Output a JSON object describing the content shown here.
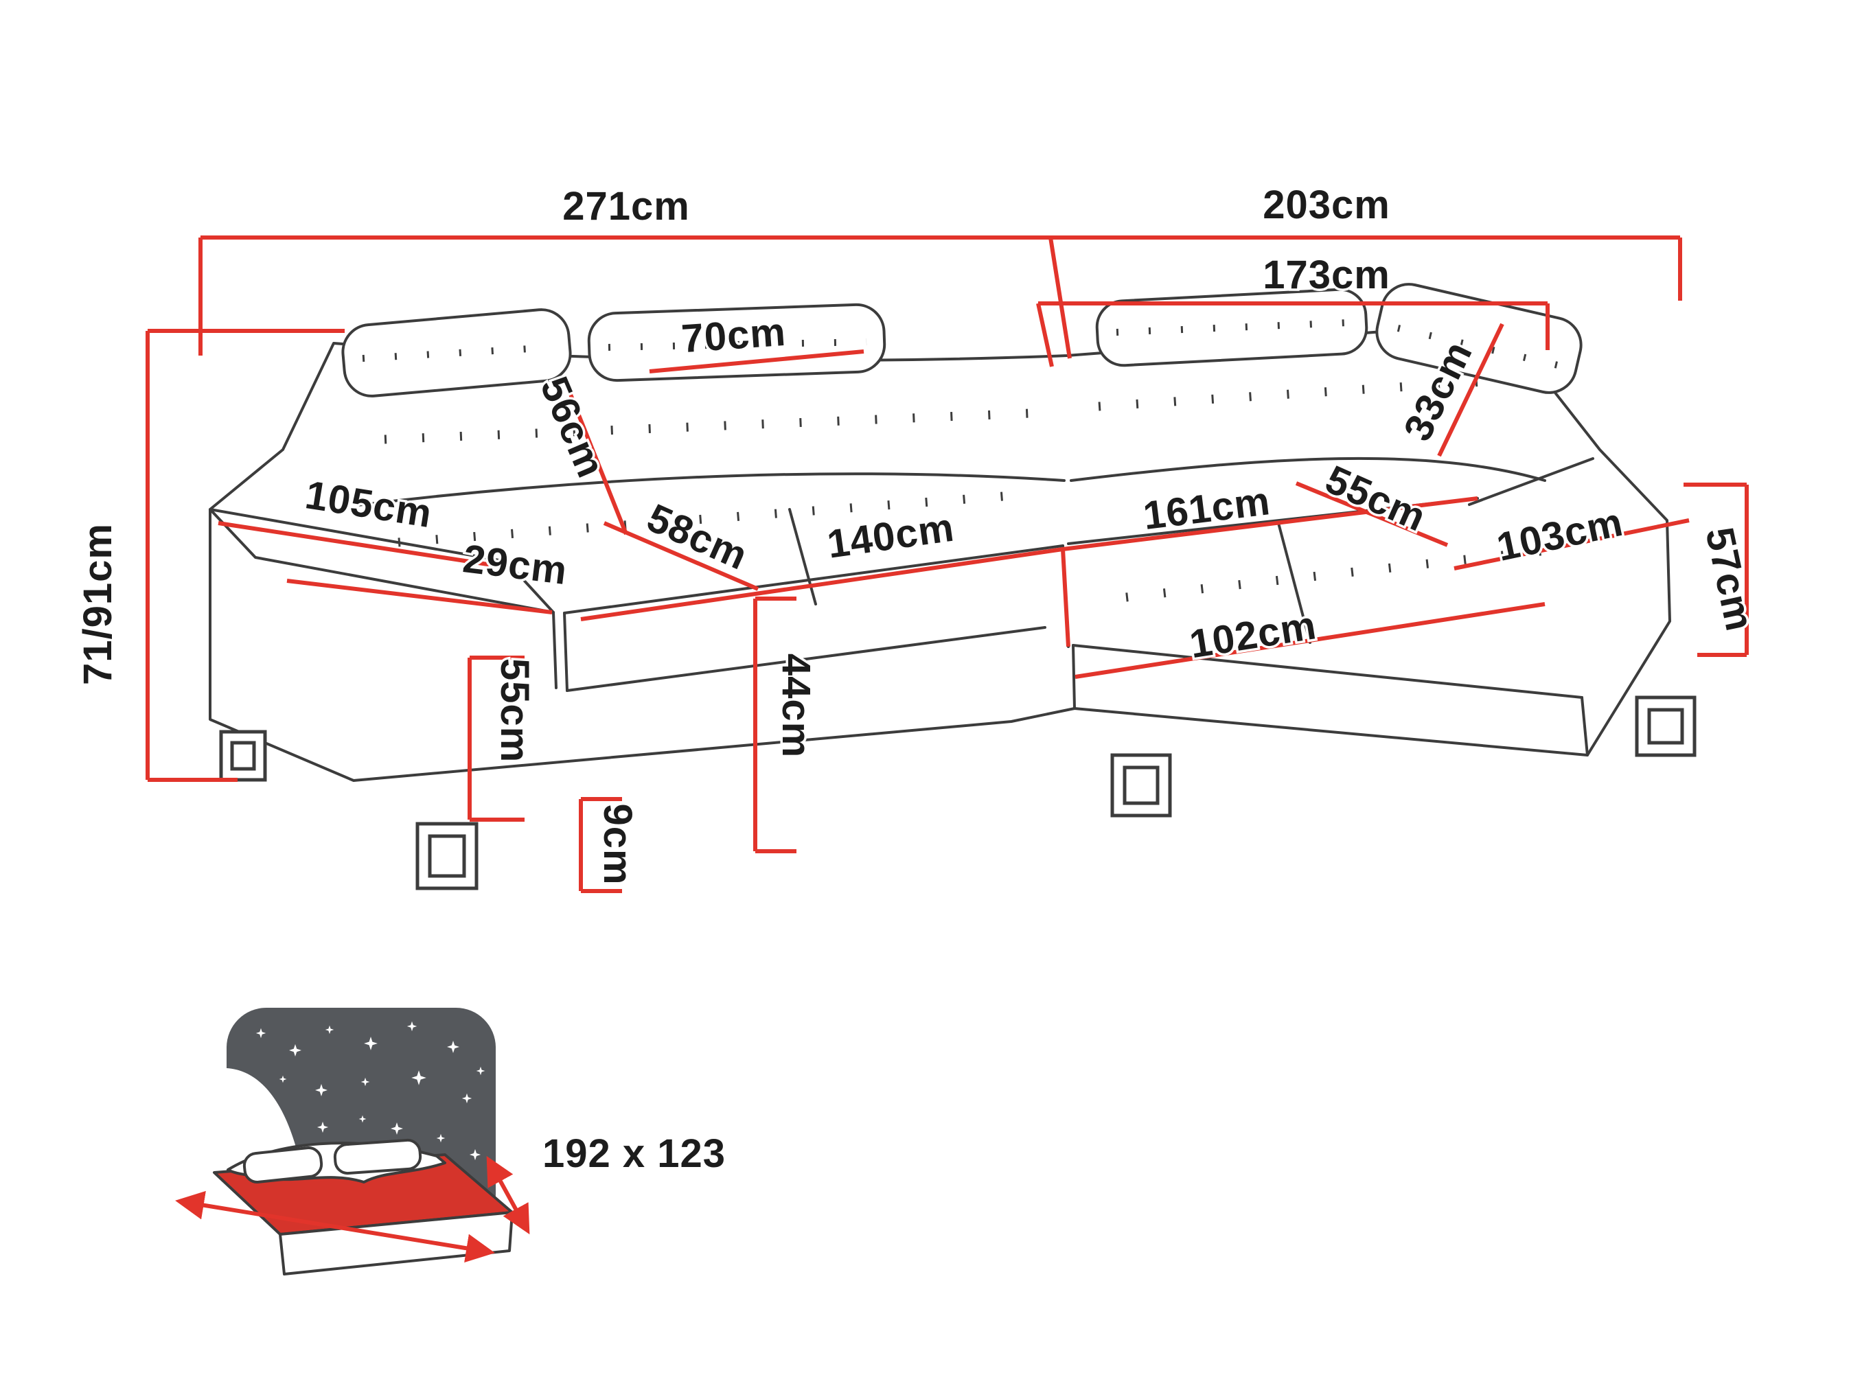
{
  "colors": {
    "dimension_line": "#e2342b",
    "outline": "#3c3c3c",
    "label": "#1c1c1c",
    "star_panel": "#55585c",
    "mattress": "#d5342b"
  },
  "dimensions": {
    "total_width": "271cm",
    "total_depth_right": "203cm",
    "inner_depth_right": "173cm",
    "headrest_width": "70cm",
    "backrest_height": "56cm",
    "seat_depth": "58cm",
    "seat_width_left": "140cm",
    "chaise_length": "161cm",
    "chaise_width": "55cm",
    "headrest_height_right": "33cm",
    "armrest_right_length": "103cm",
    "seat_height_right": "57cm",
    "armrest_left_length": "105cm",
    "armrest_width": "29cm",
    "total_height": "71/91cm",
    "base_height": "55cm",
    "seat_front_height": "44cm",
    "leg_height": "9cm",
    "chaise_front_length": "102cm"
  },
  "sleeping_area": {
    "size": "192 x 123"
  }
}
